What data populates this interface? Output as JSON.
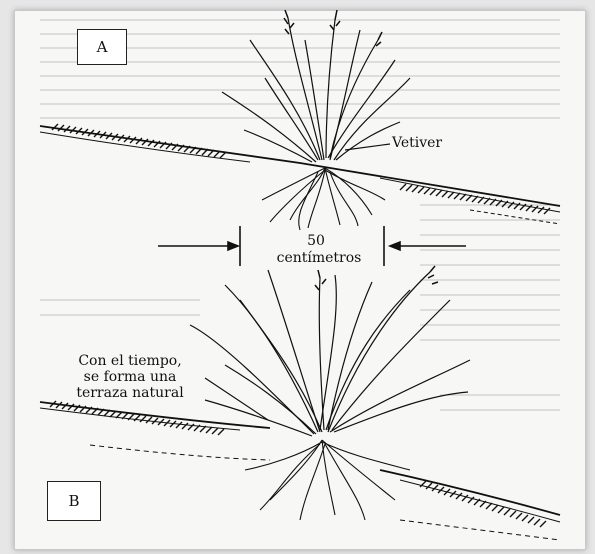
{
  "figure": {
    "panel_a_label": "A",
    "panel_b_label": "B",
    "plant_label": "Vetiver",
    "measurement_value": "50",
    "measurement_unit": "centímetros",
    "caption_lines": [
      "Con el tiempo,",
      "se forma una",
      "terraza natural"
    ]
  },
  "colors": {
    "ink": "#111111",
    "paper": "#f7f7f5",
    "faint_text": "#b9b9b6"
  }
}
